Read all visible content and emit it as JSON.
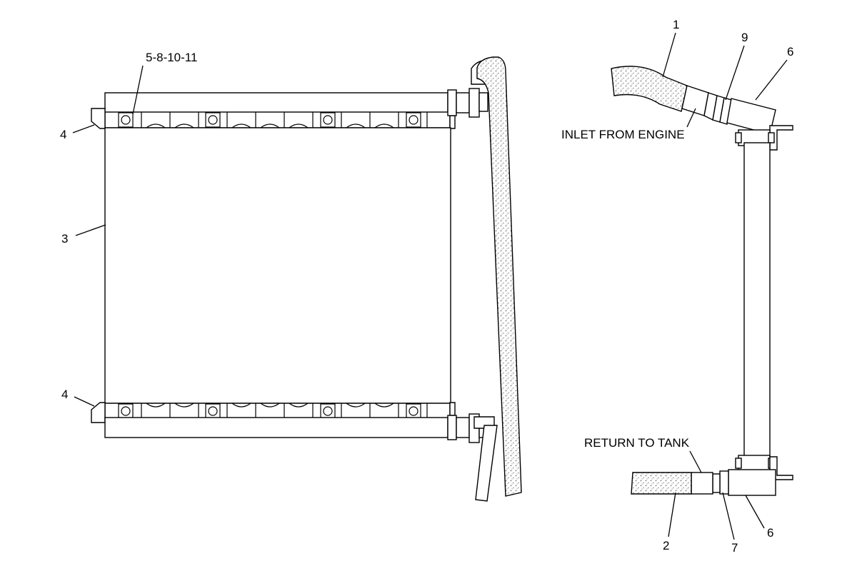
{
  "callouts": {
    "c1": "1",
    "c2": "2",
    "c3": "3",
    "c4_top": "4",
    "c4_bottom": "4",
    "c5_8_10_11": "5-8-10-11",
    "c6_top": "6",
    "c6_bottom": "6",
    "c7": "7",
    "c9": "9"
  },
  "notes": {
    "inlet": "INLET FROM ENGINE",
    "return": "RETURN TO TANK"
  },
  "colors": {
    "line": "#000000",
    "background": "#ffffff",
    "hose_stipple": "#444444"
  }
}
